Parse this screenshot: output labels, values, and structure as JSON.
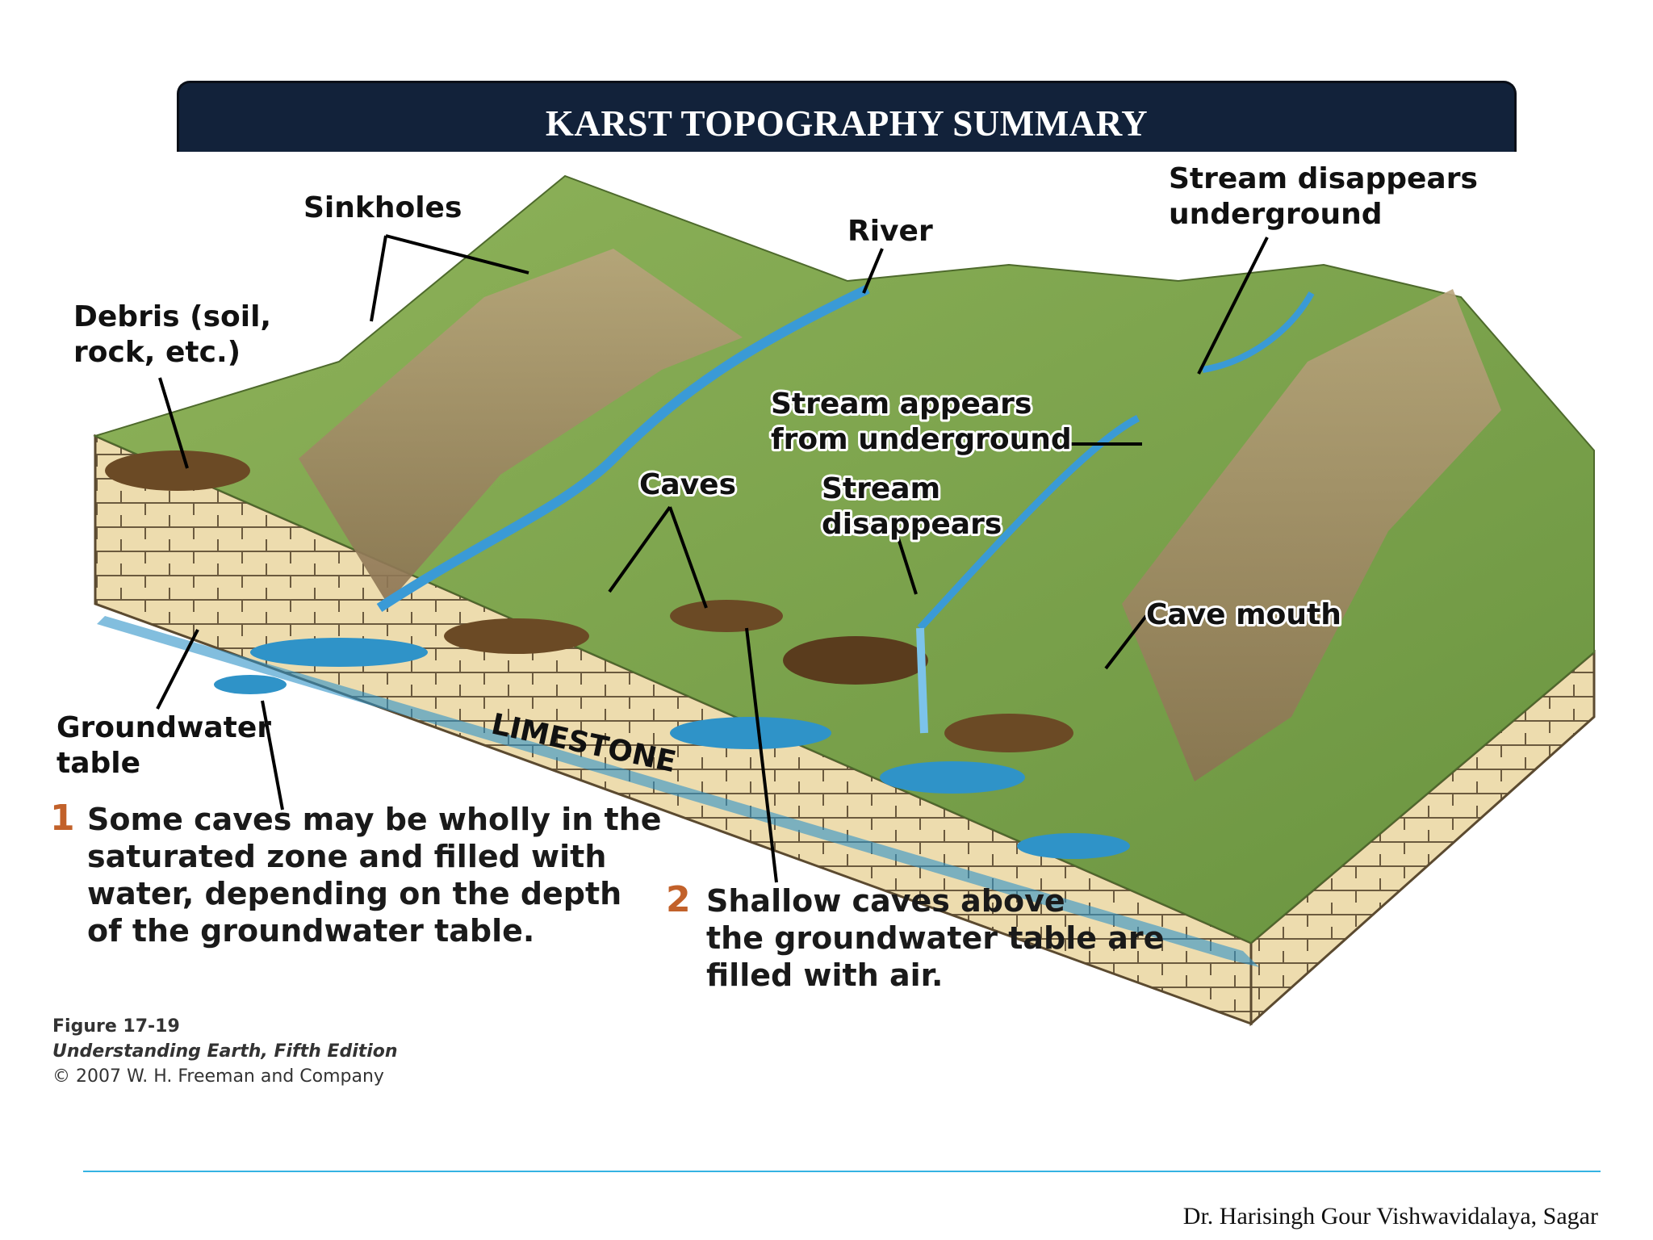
{
  "slide": {
    "title": "KARST TOPOGRAPHY SUMMARY",
    "footer": "Dr. Harisingh Gour Vishwavidalaya, Sagar"
  },
  "diagram": {
    "labels": {
      "sinkholes": "Sinkholes",
      "river": "River",
      "stream_disappears_underground_1": "Stream disappears",
      "stream_disappears_underground_2": "underground",
      "debris_1": "Debris (soil,",
      "debris_2": "rock, etc.)",
      "stream_appears_1": "Stream appears",
      "stream_appears_2": "from underground",
      "caves": "Caves",
      "stream_disappears_1": "Stream",
      "stream_disappears_2": "disappears",
      "cave_mouth": "Cave mouth",
      "groundwater_1": "Groundwater",
      "groundwater_2": "table",
      "limestone": "LIMESTONE"
    },
    "notes": [
      {
        "number": "1",
        "lines": [
          "Some caves may be wholly in the",
          "saturated zone and filled with",
          "water, depending on the depth",
          "of the groundwater table."
        ]
      },
      {
        "number": "2",
        "lines": [
          "Shallow caves above",
          "the groundwater table are",
          "filled with air."
        ]
      }
    ],
    "figure_caption": {
      "line1": "Figure 17-19",
      "line2": "Understanding Earth, Fifth Edition",
      "line3": "© 2007 W. H. Freeman and Company"
    },
    "colors": {
      "grass": "#7fa24a",
      "limestone": "#eddcae",
      "water": "#2f93c8",
      "title_bar": "#12223a",
      "accent_number": "#c2612a"
    }
  }
}
